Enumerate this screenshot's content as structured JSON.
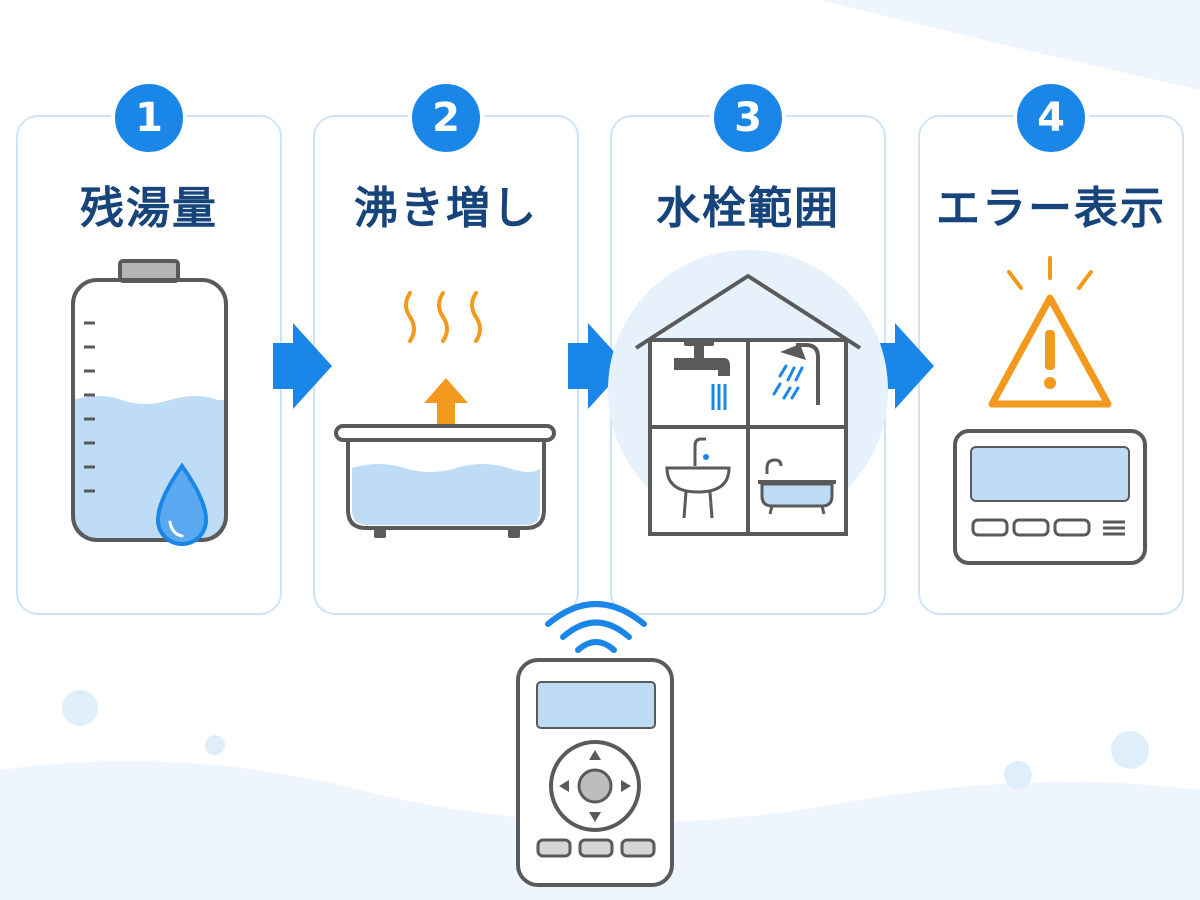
{
  "steps": [
    {
      "number": "1",
      "label": "残湯量",
      "icon": "water-tank-icon"
    },
    {
      "number": "2",
      "label": "沸き増し",
      "icon": "bathtub-reheat-icon"
    },
    {
      "number": "3",
      "label": "水栓範囲",
      "icon": "house-faucets-icon"
    },
    {
      "number": "4",
      "label": "エラー表示",
      "icon": "error-warning-icon"
    }
  ],
  "remote_icon": "remote-control-icon",
  "colors": {
    "accent_blue": "#1a86e8",
    "title_navy": "#17447a",
    "water": "#bfdcf7",
    "warning_orange": "#f39a1e",
    "line_gray": "#5a5a5a"
  }
}
